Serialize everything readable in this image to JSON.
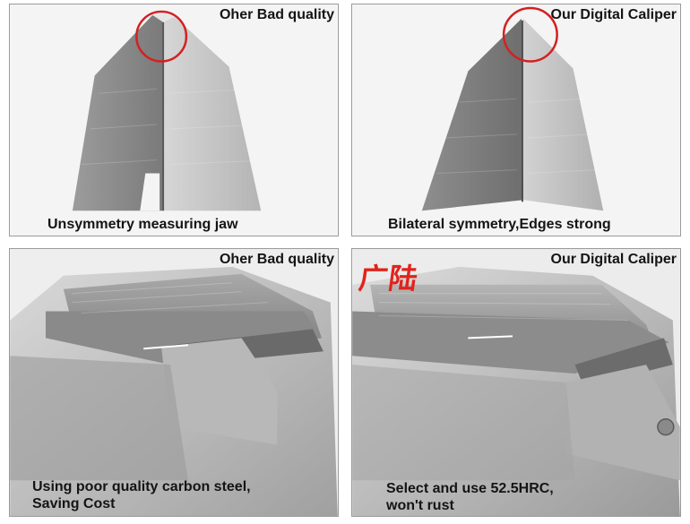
{
  "panels": [
    {
      "top_label": "Oher Bad quality",
      "bottom_label": "Unsymmetry measuring jaw"
    },
    {
      "top_label": "Our Digital Caliper",
      "bottom_label": "Bilateral symmetry,Edges strong"
    },
    {
      "top_label": "Oher Bad quality",
      "bottom_label_lines": [
        "Using poor quality  carbon steel,",
        "Saving Cost"
      ]
    },
    {
      "top_label": "Our Digital Caliper",
      "bottom_label_lines": [
        "Select and use 52.5HRC,",
        "won't rust"
      ],
      "stamp_text": "广陆"
    }
  ],
  "colors": {
    "highlight_circle": "#d42020",
    "stamp": "#e0241c",
    "steel_light": "#c9c9c9",
    "steel_dark": "#6f6f6f"
  }
}
